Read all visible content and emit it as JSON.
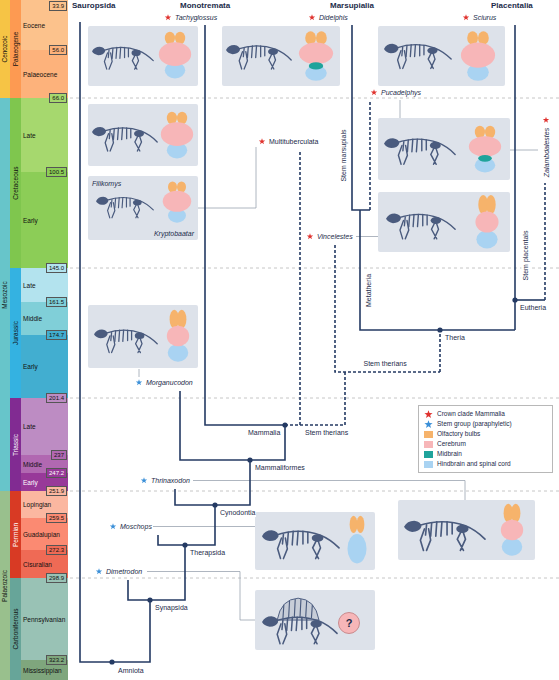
{
  "diagram": {
    "nodes": [
      {
        "text": [
          "Cenozoic"
        ]
      },
      {
        "text": [
          "Mesozoic"
        ]
      },
      {
        "text": [
          "Palaeozoic"
        ]
      },
      {
        "text": [
          "Palaeogene"
        ]
      },
      {
        "text": [
          "Cretaceous"
        ]
      },
      {
        "text": [
          "Jurassic"
        ]
      },
      {
        "text": [
          "Triassic"
        ]
      },
      {
        "text": [
          "Permian"
        ]
      },
      {
        "text": [
          "Carboniferous"
        ]
      },
      {
        "text": [
          "Eocene"
        ]
      },
      {
        "text": [
          "Palaeocene"
        ]
      },
      {
        "text": [
          "Late"
        ]
      },
      {
        "text": [
          "Early"
        ]
      },
      {
        "text": [
          "Late"
        ]
      },
      {
        "text": [
          "Middle"
        ]
      },
      {
        "text": [
          "Early"
        ]
      },
      {
        "text": [
          "Late"
        ]
      },
      {
        "text": [
          "Middle"
        ]
      },
      {
        "text": [
          "Early"
        ]
      },
      {
        "text": [
          "Lopingian"
        ]
      },
      {
        "text": [
          "Guadalupian"
        ]
      },
      {
        "text": [
          "Cisuralian"
        ]
      },
      {
        "text": [
          "Pennsylvanian"
        ]
      },
      {
        "text": [
          "Mississippian"
        ]
      },
      {
        "text": [
          "33.9"
        ]
      },
      {
        "text": [
          "56.0"
        ]
      },
      {
        "text": [
          "66.0"
        ]
      },
      {
        "text": [
          "100.5"
        ]
      },
      {
        "text": [
          "145.0"
        ]
      },
      {
        "text": [
          "161.5"
        ]
      },
      {
        "text": [
          "174.7"
        ]
      },
      {
        "text": [
          "201.4"
        ]
      },
      {
        "text": [
          "237"
        ]
      },
      {
        "text": [
          "247.2"
        ]
      },
      {
        "text": [
          "251.9"
        ]
      },
      {
        "text": [
          "259.5"
        ]
      },
      {
        "text": [
          "272.3"
        ]
      },
      {
        "text": [
          "298.9"
        ]
      },
      {
        "text": [
          "323.2"
        ]
      },
      {
        "text": [
          "Filikomys",
          "Kryptobaatar"
        ]
      },
      {
        "text": [
          "?"
        ]
      }
    ],
    "labels": [
      "Sauropsida",
      "Monotremata",
      "Marsupialia",
      "Placentalia",
      "Tachyglossus",
      "Didelphis",
      "Sciurus",
      "Pucadelphys",
      "Zalambdalestes",
      "Multituberculata",
      "Stem marsupials",
      "Stem placentals",
      "Vincelestes",
      "Metatheria",
      "Stem therians",
      "Theria",
      "Eutheria",
      "Morganucodon",
      "Stem therians",
      "Mammalia",
      "Mammaliformes",
      "Thrinaxodon",
      "Cynodontia",
      "Moschops",
      "Therapsida",
      "Dimetrodon",
      "Synapsida",
      "Amniota"
    ],
    "legend": [
      {
        "text": "Crown clade Mammalia"
      },
      {
        "text": "Stem group (paraphyletic)"
      },
      {
        "text": "Olfactory bulbs",
        "color": "#f6b36b"
      },
      {
        "text": "Cerebrum",
        "color": "#f7b6b8"
      },
      {
        "text": "Midbrain",
        "color": "#1fa39b"
      },
      {
        "text": "Hindbrain and spinal cord",
        "color": "#a9d3f2"
      }
    ]
  }
}
